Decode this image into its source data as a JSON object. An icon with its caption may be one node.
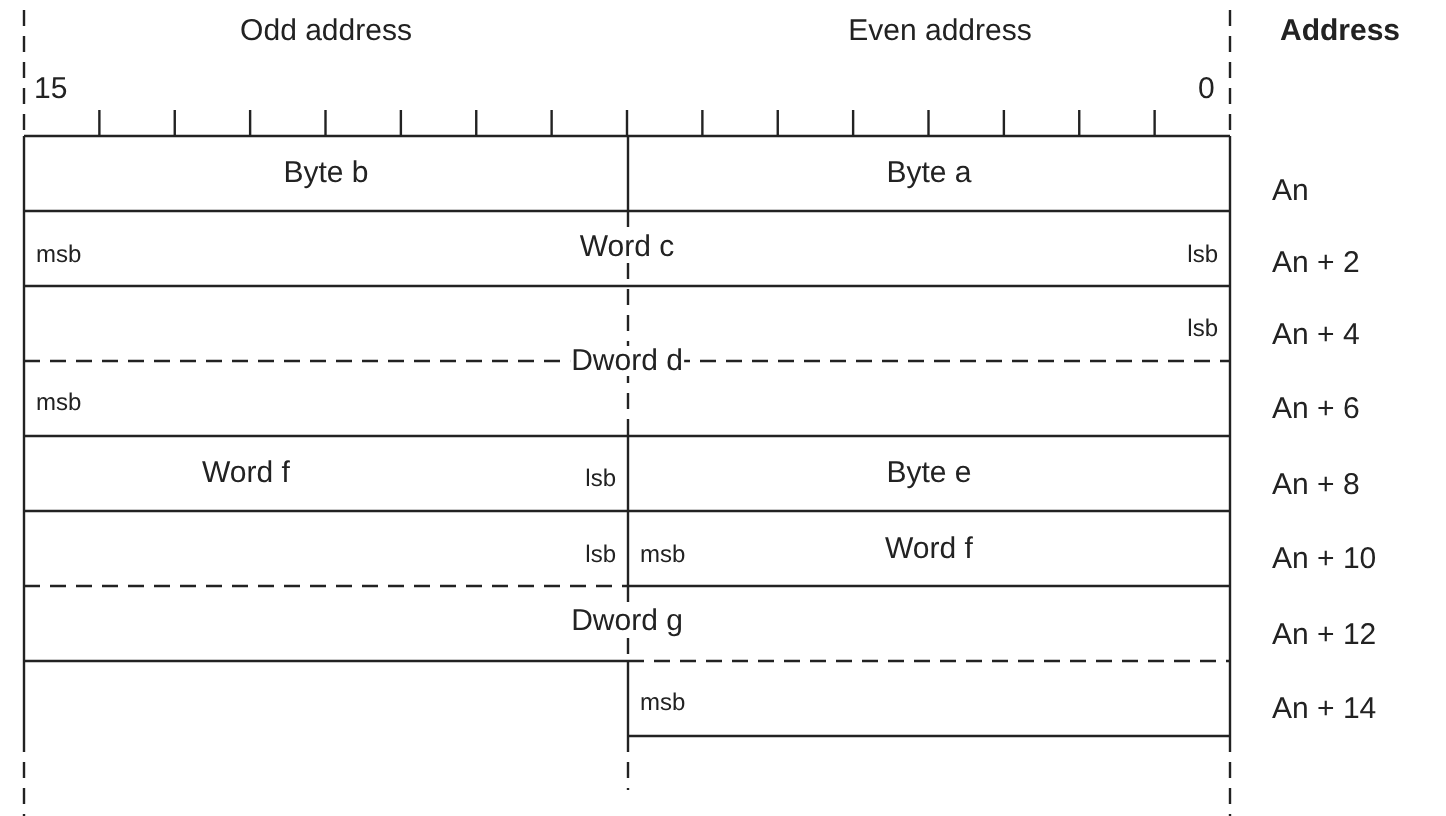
{
  "diagram": {
    "nodes": [
      {
        "text": [
          "Byte b"
        ]
      },
      {
        "text": [
          "Byte a"
        ]
      },
      {
        "text": [
          "msb",
          "Word c",
          "lsb"
        ]
      },
      {
        "text": [
          "lsb",
          "Dword d",
          "msb"
        ]
      },
      {
        "text": [
          "Word f",
          "lsb"
        ]
      },
      {
        "text": [
          "Byte e"
        ]
      },
      {
        "text": [
          "lsb"
        ]
      },
      {
        "text": [
          "msb",
          "Word f"
        ]
      },
      {
        "text": [
          "Dword g",
          "msb"
        ]
      }
    ],
    "labels": [
      "Odd address",
      "Even address",
      "Address",
      "15",
      "0",
      "An",
      "An + 2",
      "An + 4",
      "An + 6",
      "An + 8",
      "An + 10",
      "An + 12",
      "An + 14"
    ]
  }
}
